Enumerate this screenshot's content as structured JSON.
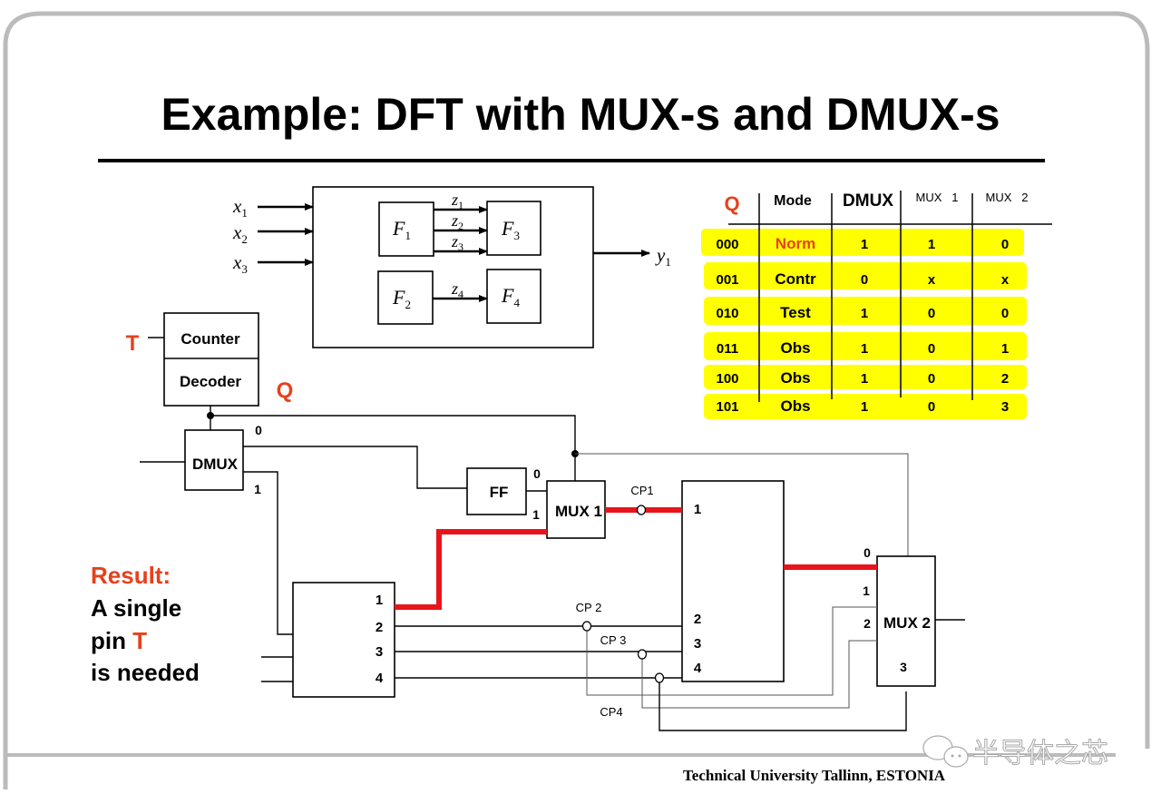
{
  "slide": {
    "title": "Example: DFT with MUX-s and DMUX-s",
    "footer": "Technical University Tallinn, ESTONIA",
    "watermark": "半导体之芯",
    "watermark_icon": "wechat-icon",
    "accent_color": "#e8401c",
    "highlight_path_color": "#e8141c",
    "table_row_color": "#ffff00"
  },
  "block_diagram": {
    "inputs": [
      {
        "name": "x",
        "sub": "1"
      },
      {
        "name": "x",
        "sub": "2"
      },
      {
        "name": "x",
        "sub": "3"
      }
    ],
    "output": {
      "name": "y",
      "sub": "1"
    },
    "functions": [
      {
        "name": "F",
        "sub": "1"
      },
      {
        "name": "F",
        "sub": "2"
      },
      {
        "name": "F",
        "sub": "3"
      },
      {
        "name": "F",
        "sub": "4"
      }
    ],
    "signals": [
      {
        "name": "z",
        "sub": "1"
      },
      {
        "name": "z",
        "sub": "2"
      },
      {
        "name": "z",
        "sub": "3"
      },
      {
        "name": "z",
        "sub": "4"
      }
    ]
  },
  "circuit": {
    "t_label": "T",
    "q_label": "Q",
    "counter": "Counter",
    "decoder": "Decoder",
    "dmux": "DMUX",
    "dmux_out0": "0",
    "dmux_out1": "1",
    "ff": "FF",
    "mux1": "MUX 1",
    "mux1_in0": "0",
    "mux1_in1": "1",
    "mux2": "MUX 2",
    "mux2_inputs": [
      "0",
      "1",
      "2",
      "3"
    ],
    "left_block_ports": [
      "1",
      "2",
      "3",
      "4"
    ],
    "right_block_ports": [
      "1",
      "2",
      "3",
      "4"
    ],
    "checkpoints": [
      "CP1",
      "CP 2",
      "CP 3",
      "CP4"
    ]
  },
  "result": {
    "heading": "Result:",
    "line1": "A single",
    "line2_prefix": "pin ",
    "line2_highlight": "T",
    "line3": "is needed"
  },
  "mode_table": {
    "headers": [
      "Q",
      "Mode",
      "DMUX",
      "MUX   1",
      "MUX   2"
    ],
    "rows": [
      {
        "q": "000",
        "mode": "Norm",
        "dmux": "1",
        "mux1": "1",
        "mux2": "0",
        "mode_highlight": true
      },
      {
        "q": "001",
        "mode": "Contr",
        "dmux": "0",
        "mux1": "x",
        "mux2": "x"
      },
      {
        "q": "010",
        "mode": "Test",
        "dmux": "1",
        "mux1": "0",
        "mux2": "0"
      },
      {
        "q": "011",
        "mode": "Obs",
        "dmux": "1",
        "mux1": "0",
        "mux2": "1"
      },
      {
        "q": "100",
        "mode": "Obs",
        "dmux": "1",
        "mux1": "0",
        "mux2": "2"
      },
      {
        "q": "101",
        "mode": "Obs",
        "dmux": "1",
        "mux1": "0",
        "mux2": "3"
      }
    ]
  }
}
